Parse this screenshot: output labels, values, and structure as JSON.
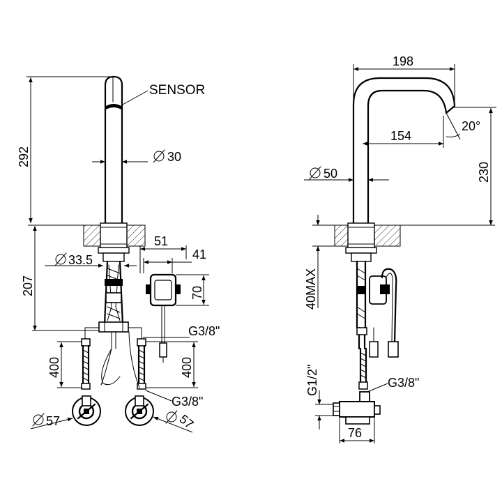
{
  "labels": {
    "sensor": "SENSOR",
    "h_292": "292",
    "h_207": "207",
    "d_30": "30",
    "d_33_5": "33.5",
    "w_51": "51",
    "w_41": "41",
    "h_70": "70",
    "g38_top": "G3/8\"",
    "h_400_left": "400",
    "h_400_right": "400",
    "g38_bottom": "G3/8\"",
    "d_57_left": "57",
    "d_57_right": "57",
    "w_198": "198",
    "angle_20": "20°",
    "w_154": "154",
    "h_230": "230",
    "d_50": "50",
    "max_40": "40MAX",
    "g12": "G1/2\"",
    "g38_side": "G3/8\"",
    "w_76": "76"
  },
  "symbols": {
    "diameter": "diameter-symbol"
  }
}
